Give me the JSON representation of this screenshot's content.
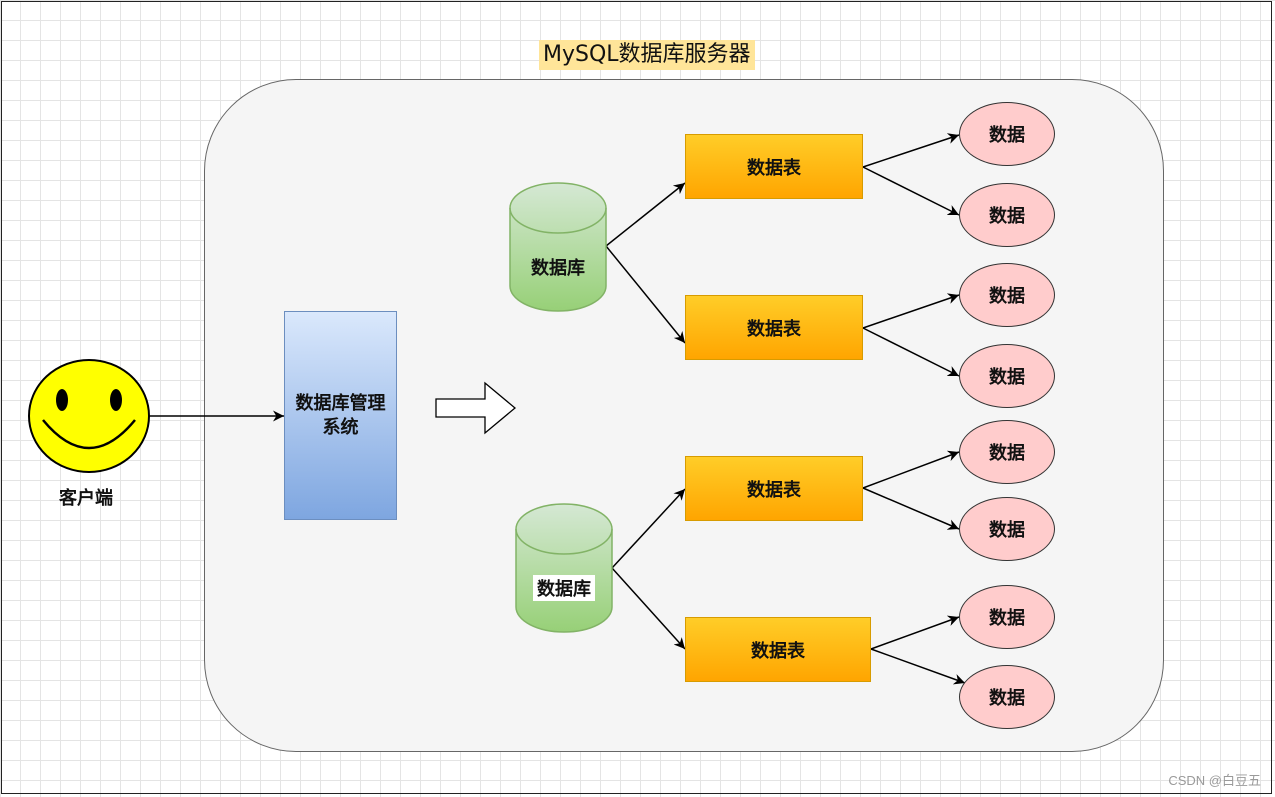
{
  "title": "MySQL数据库服务器",
  "client": {
    "label": "客户端"
  },
  "dbms": {
    "label": "数据库管理系统"
  },
  "databases": [
    {
      "label": "数据库",
      "tables": [
        {
          "label": "数据表",
          "rows": [
            "数据",
            "数据"
          ]
        },
        {
          "label": "数据表",
          "rows": [
            "数据",
            "数据"
          ]
        }
      ]
    },
    {
      "label": "数据库",
      "tables": [
        {
          "label": "数据表",
          "rows": [
            "数据",
            "数据"
          ]
        },
        {
          "label": "数据表",
          "rows": [
            "数据",
            "数据"
          ]
        }
      ]
    }
  ],
  "watermark": "CSDN @白豆五",
  "colors": {
    "title_bg": "#ffe599",
    "server_bg": "#f5f5f5",
    "dbms_fill": "#dae8fc",
    "dbms_stroke": "#6c8ebf",
    "database_fill": "#d5e8d4",
    "database_stroke": "#82b366",
    "table_fill": "#ffcd28",
    "table_stroke": "#d79b00",
    "data_fill": "#ffcccc",
    "smiley": "#ffff00"
  }
}
